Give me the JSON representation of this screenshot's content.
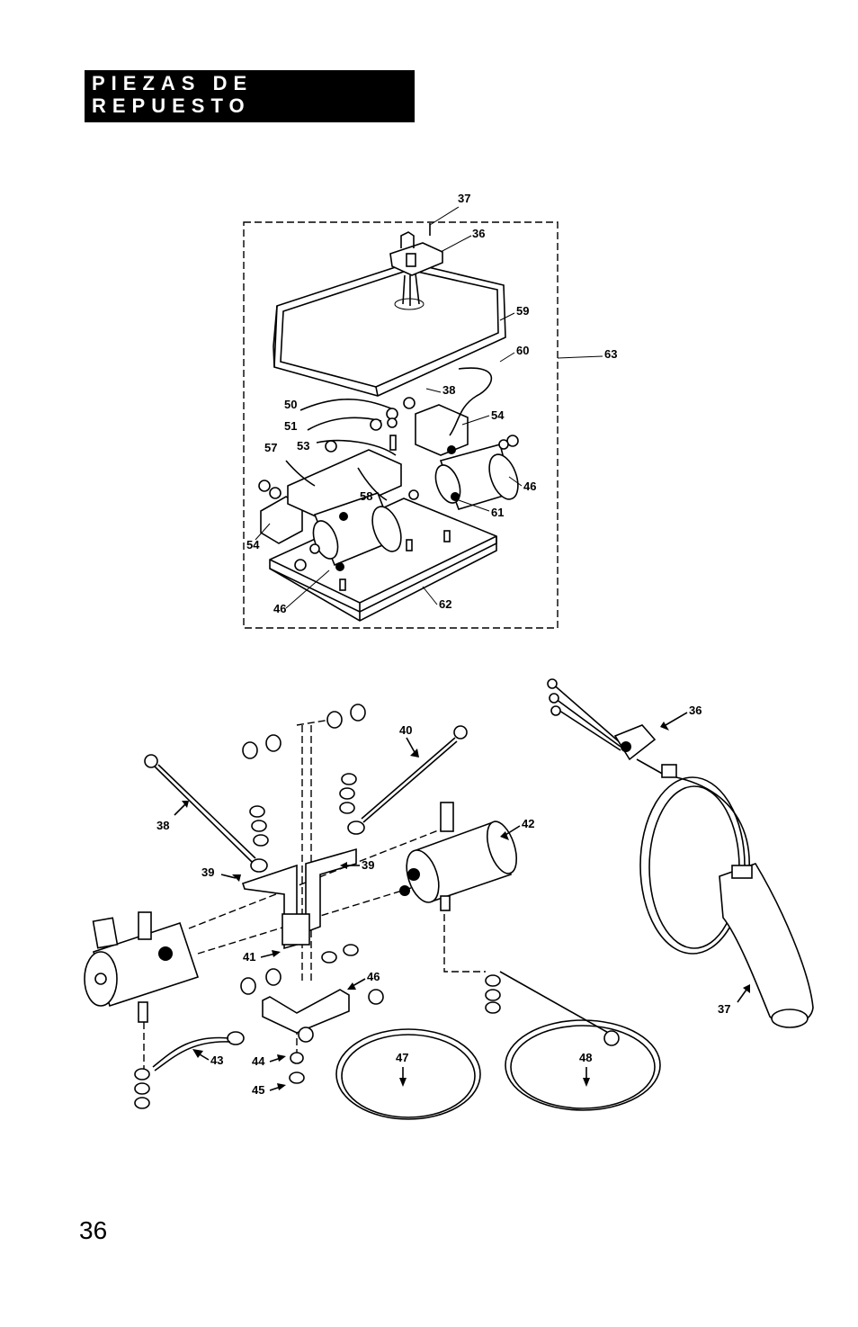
{
  "header": {
    "line1": "PIEZAS DE",
    "line2": "REPUESTO"
  },
  "page_number": "36",
  "callouts": {
    "upper": [
      "37",
      "36",
      "59",
      "60",
      "63",
      "38",
      "50",
      "51",
      "54",
      "57",
      "53",
      "58",
      "46",
      "61",
      "54",
      "46",
      "62"
    ],
    "lower": [
      "40",
      "36",
      "38",
      "42",
      "39",
      "39",
      "41",
      "46",
      "37",
      "43",
      "44",
      "47",
      "48",
      "45"
    ]
  }
}
